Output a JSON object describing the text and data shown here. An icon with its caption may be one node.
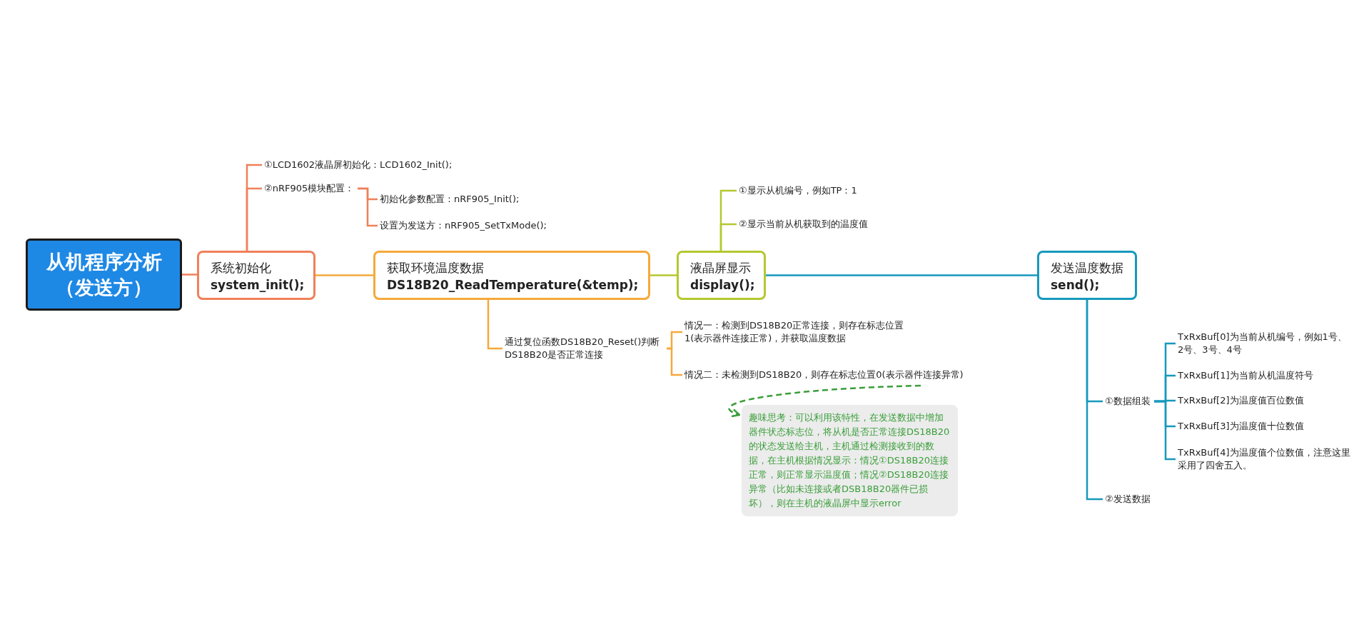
{
  "diagram": {
    "nodes": [
      {
        "text": [
          "从机程序分析（发送方）"
        ]
      },
      {
        "text": [
          "系统初始化",
          "system_init();"
        ]
      },
      {
        "text": [
          "①LCD1602液晶屏初始化：LCD1602_Init();"
        ]
      },
      {
        "text": [
          "②nRF905模块配置："
        ]
      },
      {
        "text": [
          "初始化参数配置：nRF905_Init();"
        ]
      },
      {
        "text": [
          "设置为发送方：nRF905_SetTxMode();"
        ]
      },
      {
        "text": [
          "获取环境温度数据",
          "DS18B20_ReadTemperature(&temp);"
        ]
      },
      {
        "text": [
          "通过复位函数DS18B20_Reset()判断DS18B20是否正常连接"
        ]
      },
      {
        "text": [
          "情况一：检测到DS18B20正常连接，则存在标志位置1(表示器件连接正常)，并获取温度数据"
        ]
      },
      {
        "text": [
          "情况二：未检测到DS18B20，则存在标志位置0(表示器件连接异常)"
        ]
      },
      {
        "text": [
          "趣味思考：可以利用该特性，在发送数据中增加器件状态标志位，将从机是否正常连接DS18B20的状态发送给主机，主机通过检测接收到的数据，在主机根据情况显示：情况①DS18B20连接正常，则正常显示温度值；情况②DS18B20连接异常（比如未连接或者DSB18B20器件已损坏），则在主机的液晶屏中显示error"
        ]
      },
      {
        "text": [
          "液晶屏显示",
          "display();"
        ]
      },
      {
        "text": [
          "①显示从机编号，例如TP：1"
        ]
      },
      {
        "text": [
          "②显示当前从机获取到的温度值"
        ]
      },
      {
        "text": [
          "发送温度数据",
          "send();"
        ]
      },
      {
        "text": [
          "①数据组装"
        ]
      },
      {
        "text": [
          "TxRxBuf[0]为当前从机编号，例如1号、2号、3号、4号"
        ]
      },
      {
        "text": [
          "TxRxBuf[1]为当前从机温度符号"
        ]
      },
      {
        "text": [
          "TxRxBuf[2]为温度值百位数值"
        ]
      },
      {
        "text": [
          "TxRxBuf[3]为温度值十位数值"
        ]
      },
      {
        "text": [
          "TxRxBuf[4]为温度值个位数值，注意这里采用了四舍五入。"
        ]
      },
      {
        "text": [
          "②发送数据"
        ]
      }
    ],
    "edges": [
      {
        "from": 0,
        "to": 1,
        "arrow": "none",
        "color": "#f0805a"
      },
      {
        "from": 1,
        "to": 6,
        "arrow": "none",
        "color": "#f5a93a"
      },
      {
        "from": 6,
        "to": 11,
        "arrow": "none",
        "color": "#b4c830"
      },
      {
        "from": 11,
        "to": 14,
        "arrow": "none",
        "color": "#1699bd"
      },
      {
        "from": 1,
        "to": 2,
        "arrow": "none",
        "color": "#f0805a"
      },
      {
        "from": 1,
        "to": 3,
        "arrow": "none",
        "color": "#f0805a"
      },
      {
        "from": 3,
        "to": 4,
        "arrow": "none",
        "color": "#f0805a"
      },
      {
        "from": 3,
        "to": 5,
        "arrow": "none",
        "color": "#f0805a"
      },
      {
        "from": 6,
        "to": 7,
        "arrow": "none",
        "color": "#f5a93a"
      },
      {
        "from": 7,
        "to": 8,
        "arrow": "none",
        "color": "#f5a93a"
      },
      {
        "from": 7,
        "to": 9,
        "arrow": "none",
        "color": "#f5a93a"
      },
      {
        "from": 9,
        "to": 10,
        "arrow": "to",
        "style": "dashed",
        "color": "#3a9e3a"
      },
      {
        "from": 11,
        "to": 12,
        "arrow": "none",
        "color": "#b4c830"
      },
      {
        "from": 11,
        "to": 13,
        "arrow": "none",
        "color": "#b4c830"
      },
      {
        "from": 14,
        "to": 15,
        "arrow": "none",
        "color": "#1699bd"
      },
      {
        "from": 14,
        "to": 21,
        "arrow": "none",
        "color": "#1699bd"
      },
      {
        "from": 15,
        "to": 16,
        "arrow": "none",
        "color": "#1699bd"
      },
      {
        "from": 15,
        "to": 17,
        "arrow": "none",
        "color": "#1699bd"
      },
      {
        "from": 15,
        "to": 18,
        "arrow": "none",
        "color": "#1699bd"
      },
      {
        "from": 15,
        "to": 19,
        "arrow": "none",
        "color": "#1699bd"
      },
      {
        "from": 15,
        "to": 20,
        "arrow": "none",
        "color": "#1699bd"
      }
    ]
  }
}
